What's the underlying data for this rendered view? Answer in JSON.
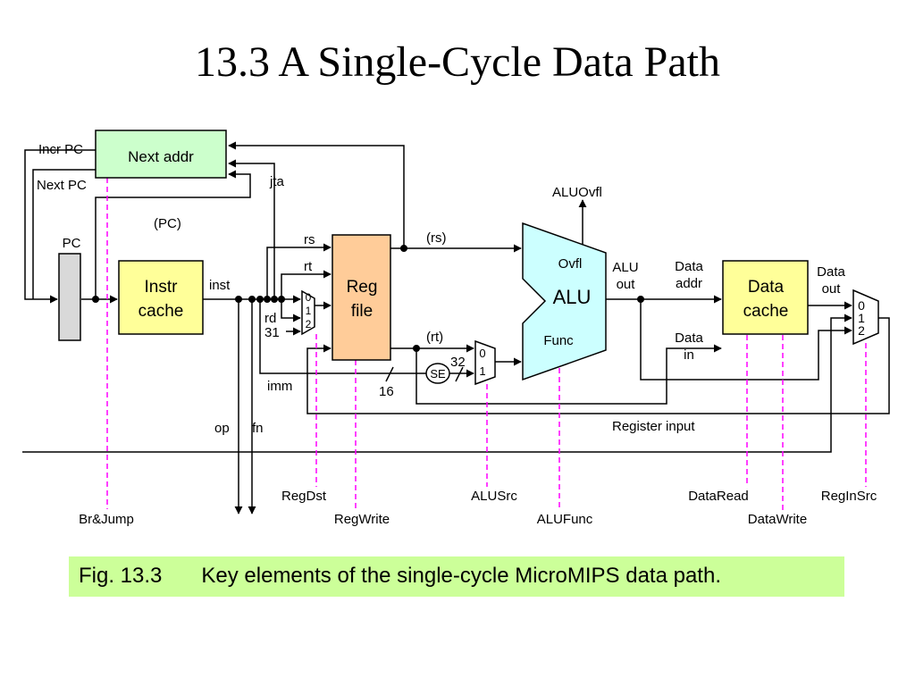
{
  "title": "13.3  A Single-Cycle Data Path",
  "colors": {
    "next_addr_fill": "#ccffcc",
    "instr_cache_fill": "#ffff99",
    "reg_file_fill": "#ffcc99",
    "alu_fill": "#ccffff",
    "data_cache_fill": "#ffff99",
    "pc_fill": "#d9d9d9",
    "control_line": "#ff00ff",
    "caption_bg": "#ccff99"
  },
  "blocks": {
    "next_addr": "Next addr",
    "pc": "PC",
    "instr_cache": [
      "Instr",
      "cache"
    ],
    "reg_file": [
      "Reg",
      "file"
    ],
    "alu": "ALU",
    "alu_ovfl": "Ovfl",
    "alu_func": "Func",
    "data_cache": [
      "Data",
      "cache"
    ],
    "sign_extend": "SE"
  },
  "signals": {
    "incr_pc": "Incr PC",
    "next_pc": "Next PC",
    "jta": "jta",
    "pc_paren": "(PC)",
    "inst": "inst",
    "rs": "rs",
    "rt": "rt",
    "rd": "rd",
    "thirty_one": "31",
    "imm": "imm",
    "sixteen": "16",
    "thirty_two": "32",
    "rs_paren": "(rs)",
    "rt_paren": "(rt)",
    "alu_ovfl_out": "ALUOvfl",
    "alu_out": [
      "ALU",
      "out"
    ],
    "data_addr": [
      "Data",
      "addr"
    ],
    "data_in": [
      "Data",
      "in"
    ],
    "data_out": [
      "Data",
      "out"
    ],
    "register_input": "Register input",
    "op": "op",
    "fn": "fn"
  },
  "mux_inputs": {
    "regdst": [
      "0",
      "1",
      "2"
    ],
    "alusrc": [
      "0",
      "1"
    ],
    "reginsrc": [
      "0",
      "1",
      "2"
    ]
  },
  "controls": {
    "br_jump": "Br&Jump",
    "regdst": "RegDst",
    "regwrite": "RegWrite",
    "alusrc": "ALUSrc",
    "alufunc": "ALUFunc",
    "dataread": "DataRead",
    "datawrite": "DataWrite",
    "reginsrc": "RegInSrc"
  },
  "caption": {
    "label": "Fig. 13.3",
    "text": "Key elements of the single-cycle MicroMIPS data path."
  }
}
